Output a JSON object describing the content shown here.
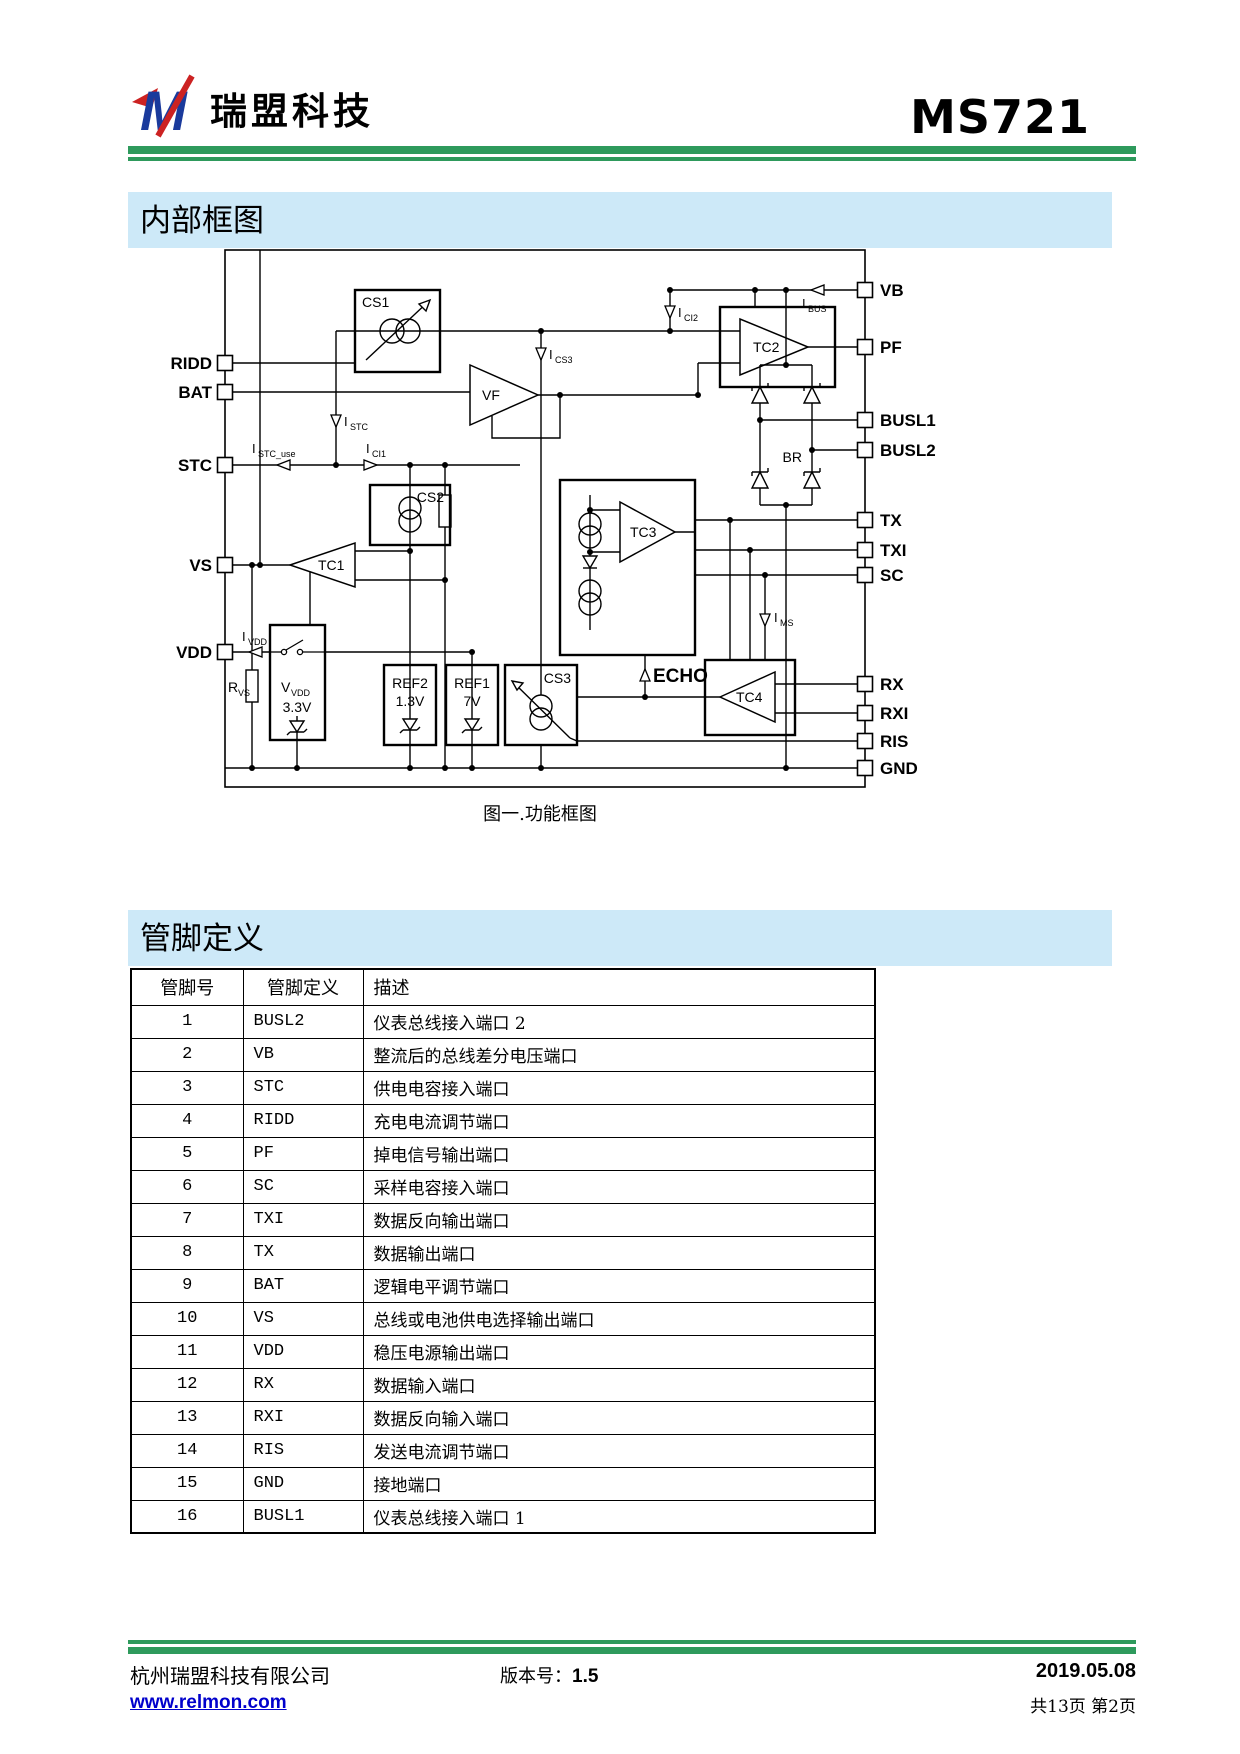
{
  "header": {
    "logo_text": "瑞盟科技",
    "part_number": "MS721"
  },
  "sections": {
    "block_diagram_title": "内部框图",
    "pin_def_title": "管脚定义"
  },
  "diagram": {
    "caption": "图一.功能框图",
    "left_pins": [
      "RIDD",
      "BAT",
      "STC",
      "VS",
      "VDD"
    ],
    "right_pins": [
      "VB",
      "PF",
      "BUSL1",
      "BUSL2",
      "TX",
      "TXI",
      "SC",
      "RX",
      "RXI",
      "RIS",
      "GND"
    ],
    "blocks": {
      "cs1": "CS1",
      "cs2": "CS2",
      "cs3": "CS3",
      "vf": "VF",
      "tc1": "TC1",
      "tc2": "TC2",
      "tc3": "TC3",
      "tc4": "TC4",
      "br": "BR",
      "ref2": "REF2",
      "ref2_v": "1.3V",
      "ref1": "REF1",
      "ref1_v": "7V",
      "vvdd_m": "V",
      "vvdd_s": "VDD",
      "vvdd_v": "3.3V",
      "rvs_m": "R",
      "rvs_s": "VS"
    },
    "currents": {
      "ibus": {
        "m": "I",
        "s": "BUS"
      },
      "ici2": {
        "m": "I",
        "s": "CI2"
      },
      "ics3": {
        "m": "I",
        "s": "CS3"
      },
      "istc": {
        "m": "I",
        "s": "STC"
      },
      "istc_use": {
        "m": "I",
        "s": "STC_use"
      },
      "ici1": {
        "m": "I",
        "s": "CI1"
      },
      "ivdd": {
        "m": "I",
        "s": "VDD"
      },
      "ims": {
        "m": "I",
        "s": "MS"
      },
      "echo": "ECHO"
    }
  },
  "pin_table": {
    "headers": [
      "管脚号",
      "管脚定义",
      "描述"
    ],
    "rows": [
      [
        "1",
        "BUSL2",
        "仪表总线接入端口 2"
      ],
      [
        "2",
        "VB",
        "整流后的总线差分电压端口"
      ],
      [
        "3",
        "STC",
        "供电电容接入端口"
      ],
      [
        "4",
        "RIDD",
        "充电电流调节端口"
      ],
      [
        "5",
        "PF",
        "掉电信号输出端口"
      ],
      [
        "6",
        "SC",
        "采样电容接入端口"
      ],
      [
        "7",
        "TXI",
        "数据反向输出端口"
      ],
      [
        "8",
        "TX",
        "数据输出端口"
      ],
      [
        "9",
        "BAT",
        "逻辑电平调节端口"
      ],
      [
        "10",
        "VS",
        "总线或电池供电选择输出端口"
      ],
      [
        "11",
        "VDD",
        "稳压电源输出端口"
      ],
      [
        "12",
        "RX",
        "数据输入端口"
      ],
      [
        "13",
        "RXI",
        "数据反向输入端口"
      ],
      [
        "14",
        "RIS",
        "发送电流调节端口"
      ],
      [
        "15",
        "GND",
        "接地端口"
      ],
      [
        "16",
        "BUSL1",
        "仪表总线接入端口 1"
      ]
    ]
  },
  "footer": {
    "company": "杭州瑞盟科技有限公司",
    "website": "www.relmon.com",
    "version_label": "版本号：",
    "version": "1.5",
    "date": "2019.05.08",
    "pages": "共13页 第2页"
  }
}
